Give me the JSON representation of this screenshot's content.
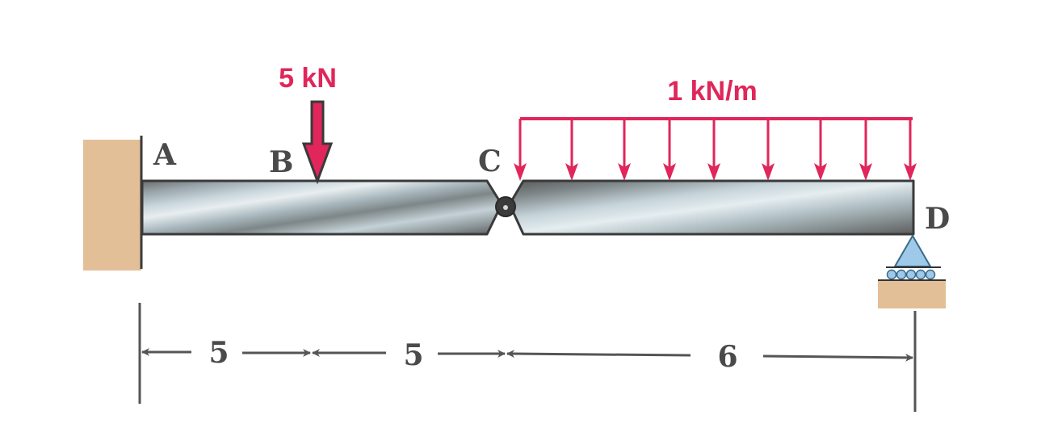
{
  "colors": {
    "load": "#e0265a",
    "wall": "#e3bf98",
    "beam_outline": "#3a3a3a",
    "support_triangle": "#9ec9e8",
    "dimension_line": "#555555"
  },
  "points": {
    "A": "A",
    "B": "B",
    "C": "C",
    "D": "D"
  },
  "loads": {
    "point_load": "5 kN",
    "distributed_load": "1 kN/m"
  },
  "dimensions": {
    "AB": "5",
    "BC": "5",
    "CD": "6"
  },
  "supports": {
    "A": "fixed-wall",
    "C": "internal-hinge",
    "D": "roller"
  }
}
